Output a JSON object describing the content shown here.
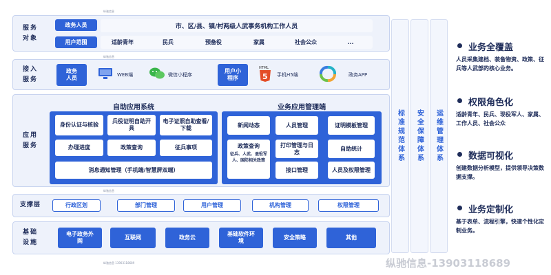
{
  "top_note": "纵驰信息",
  "service_target": {
    "label": "服务对象",
    "tag_staff": "政务人员",
    "staff_desc": "市、区/县、镇/村两级人武事务机构工作人员",
    "tag_users": "用户范围",
    "users": [
      "适龄青年",
      "民兵",
      "预备役",
      "家属",
      "社会公众",
      "..."
    ]
  },
  "mid_note_1": "纵驰信息",
  "access": {
    "label": "接入服务",
    "tag": "政务人员",
    "web": "WEB端",
    "wechat": "微信小程序",
    "tag2": "用户小程序",
    "h5": "手机H5端",
    "app": "政务APP"
  },
  "app_service": {
    "label": "应用服务",
    "self_title": "自助应用系统",
    "self_items": [
      "身份认证与核验",
      "兵役证明自助开具",
      "电子证照自助查看/下载",
      "办理进度",
      "政策查询",
      "征兵事项"
    ],
    "self_bottom": "消息通知管理（手机端/智慧屏双端）",
    "biz_title": "业务应用管理端",
    "biz_items": [
      "新闻动态",
      "人员管理",
      "证明模板管理",
      "打印管理与日志",
      "自助统计",
      "接口管理",
      "人员及权限管理"
    ],
    "policy_title": "政策查询",
    "policy_sub": "征兵、人武、退役军人、国防相关政策"
  },
  "mid_note_2": "纵驰信息",
  "support": {
    "label": "支撑层",
    "items": [
      "行政区划",
      "部门管理",
      "用户管理",
      "机构管理",
      "权限管理"
    ]
  },
  "infra": {
    "label": "基础设施",
    "items": [
      "电子政务外网",
      "互联网",
      "政务云",
      "基础软件环境",
      "安全策略",
      "其他"
    ]
  },
  "bottom_note": "纵驰信息 13903118689",
  "columns": [
    "标准规范体系",
    "安全保障体系",
    "运维管理体系"
  ],
  "features": [
    {
      "title": "业务全覆盖",
      "desc": "人员采集建档、装备物资、政策、征兵等人武部的核心业务。"
    },
    {
      "title": "权限角色化",
      "desc": "适龄青年、民兵、现役军人、家属、工作人员、社会公众"
    },
    {
      "title": "数据可视化",
      "desc": "创建数据分析模型，提供领导决策数据支撑。"
    },
    {
      "title": "业务定制化",
      "desc": "基于表单、流程引擎，快速个性化定制业务。"
    }
  ],
  "watermark": "纵驰信息-13903118689",
  "colors": {
    "primary": "#2f63d8",
    "dark": "#1f2d5a",
    "panel": "#eef2fb"
  }
}
